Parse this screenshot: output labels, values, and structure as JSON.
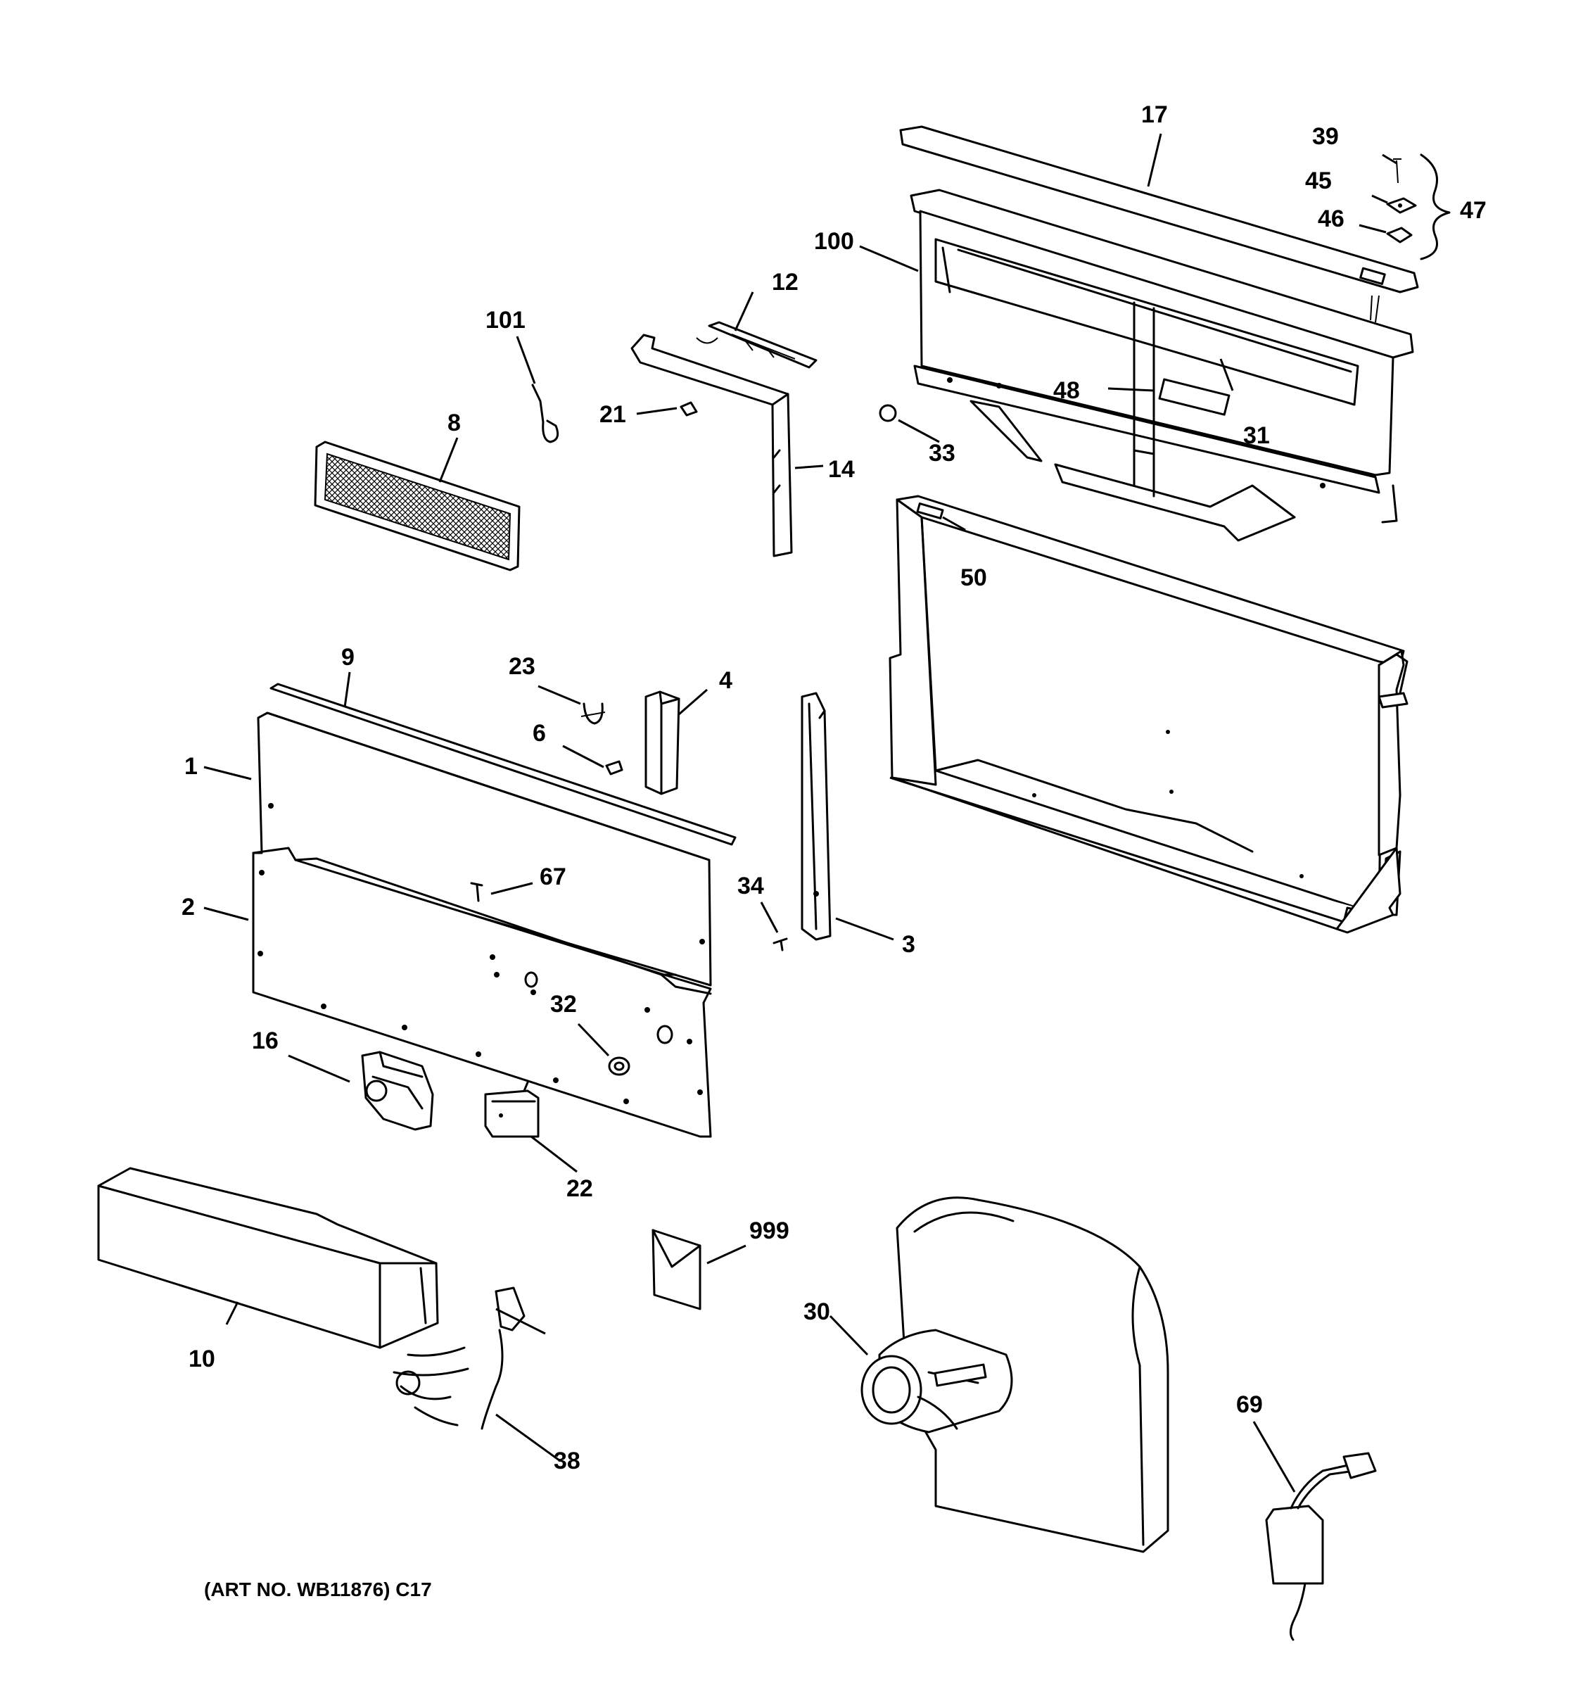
{
  "labels": {
    "l1": "1",
    "l2": "2",
    "l3": "3",
    "l4": "4",
    "l6": "6",
    "l8": "8",
    "l9": "9",
    "l10": "10",
    "l12": "12",
    "l14": "14",
    "l16": "16",
    "l17": "17",
    "l21": "21",
    "l22": "22",
    "l23": "23",
    "l30": "30",
    "l31": "31",
    "l32": "32",
    "l33": "33",
    "l34": "34",
    "l38": "38",
    "l39": "39",
    "l45": "45",
    "l46": "46",
    "l47": "47",
    "l48": "48",
    "l50": "50",
    "l67": "67",
    "l69": "69",
    "l100": "100",
    "l101": "101",
    "l999": "999"
  },
  "art_number": "(ART NO. WB11876) C17"
}
